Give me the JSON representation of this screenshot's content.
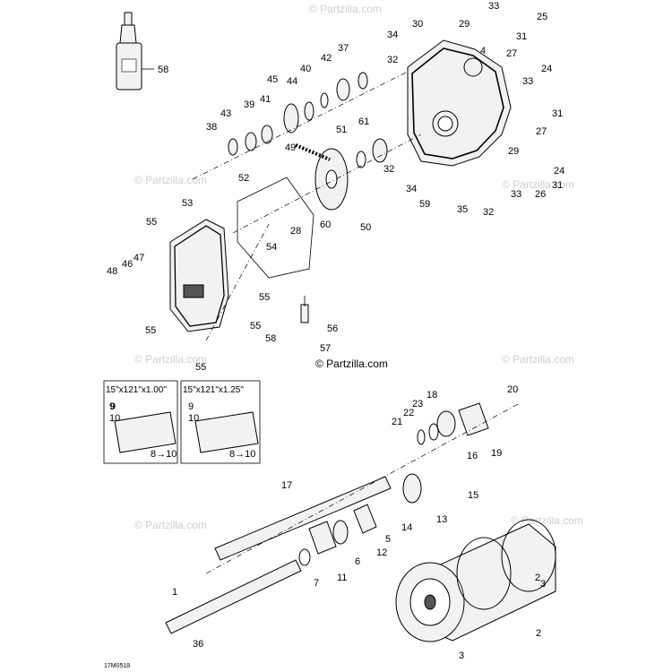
{
  "watermark": "© Partzilla.com",
  "logo_text": "© Partzilla.com",
  "diagram_code": "17M0518",
  "insets": [
    {
      "label": "15\"x121\"x1.00\"",
      "callouts": [
        "9",
        "10",
        "8→10"
      ]
    },
    {
      "label": "15\"x121\"x1.25\"",
      "callouts": [
        "9",
        "10",
        "8→10"
      ]
    }
  ],
  "callouts": [
    "1",
    "2",
    "3",
    "4",
    "5",
    "6",
    "7",
    "8",
    "9",
    "10",
    "11",
    "12",
    "13",
    "14",
    "15",
    "16",
    "17",
    "18",
    "19",
    "20",
    "21",
    "22",
    "23",
    "24",
    "25",
    "26",
    "27",
    "28",
    "29",
    "30",
    "31",
    "32",
    "33",
    "34",
    "35",
    "36",
    "37",
    "38",
    "39",
    "40",
    "41",
    "42",
    "43",
    "44",
    "45",
    "46",
    "47",
    "48",
    "49",
    "50",
    "51",
    "52",
    "53",
    "54",
    "55",
    "56",
    "57",
    "58",
    "59",
    "60",
    "61"
  ],
  "colors": {
    "line": "#000000",
    "watermark": "#cfcfcf",
    "fill": "#f2f2f2"
  }
}
